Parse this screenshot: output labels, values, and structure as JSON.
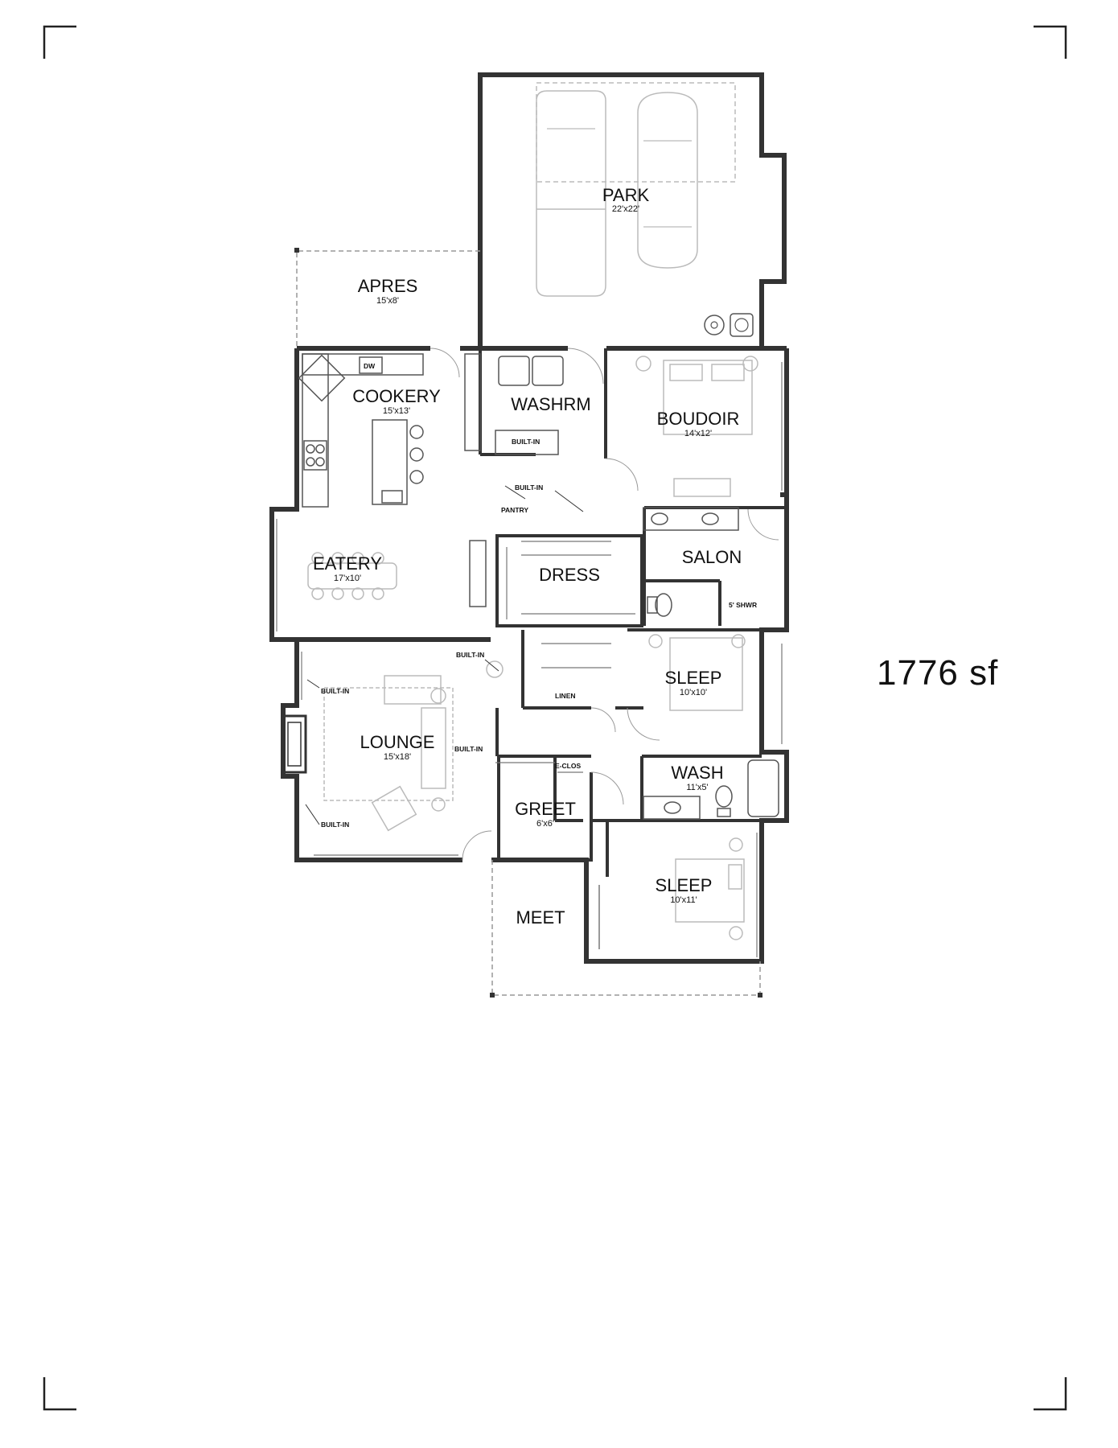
{
  "rooms": {
    "park": {
      "name": "PARK",
      "dim": "22'x22'"
    },
    "apres": {
      "name": "APRES",
      "dim": "15'x8'"
    },
    "cookery": {
      "name": "COOKERY",
      "dim": "15'x13'"
    },
    "washrm": {
      "name": "WASHRM"
    },
    "boudoir": {
      "name": "BOUDOIR",
      "dim": "14'x12'"
    },
    "eatery": {
      "name": "EATERY",
      "dim": "17'x10'"
    },
    "dress": {
      "name": "DRESS"
    },
    "salon": {
      "name": "SALON"
    },
    "sleep1": {
      "name": "SLEEP",
      "dim": "10'x10'"
    },
    "lounge": {
      "name": "LOUNGE",
      "dim": "15'x18'"
    },
    "wash": {
      "name": "WASH",
      "dim": "11'x5'"
    },
    "greet": {
      "name": "GREET",
      "dim": "6'x6'"
    },
    "sleep2": {
      "name": "SLEEP",
      "dim": "10'x11'"
    },
    "meet": {
      "name": "MEET"
    }
  },
  "tags": {
    "dw": "DW",
    "builtin": "BUILT-IN",
    "pantry": "PANTRY",
    "shower": "5' SHWR",
    "linen": "LINEN",
    "eclos": "E-CLOS"
  },
  "total_area": "1776 sf",
  "colors": {
    "wall": "#333333",
    "fixture": "#555555",
    "ghost": "#bbbbbb"
  }
}
